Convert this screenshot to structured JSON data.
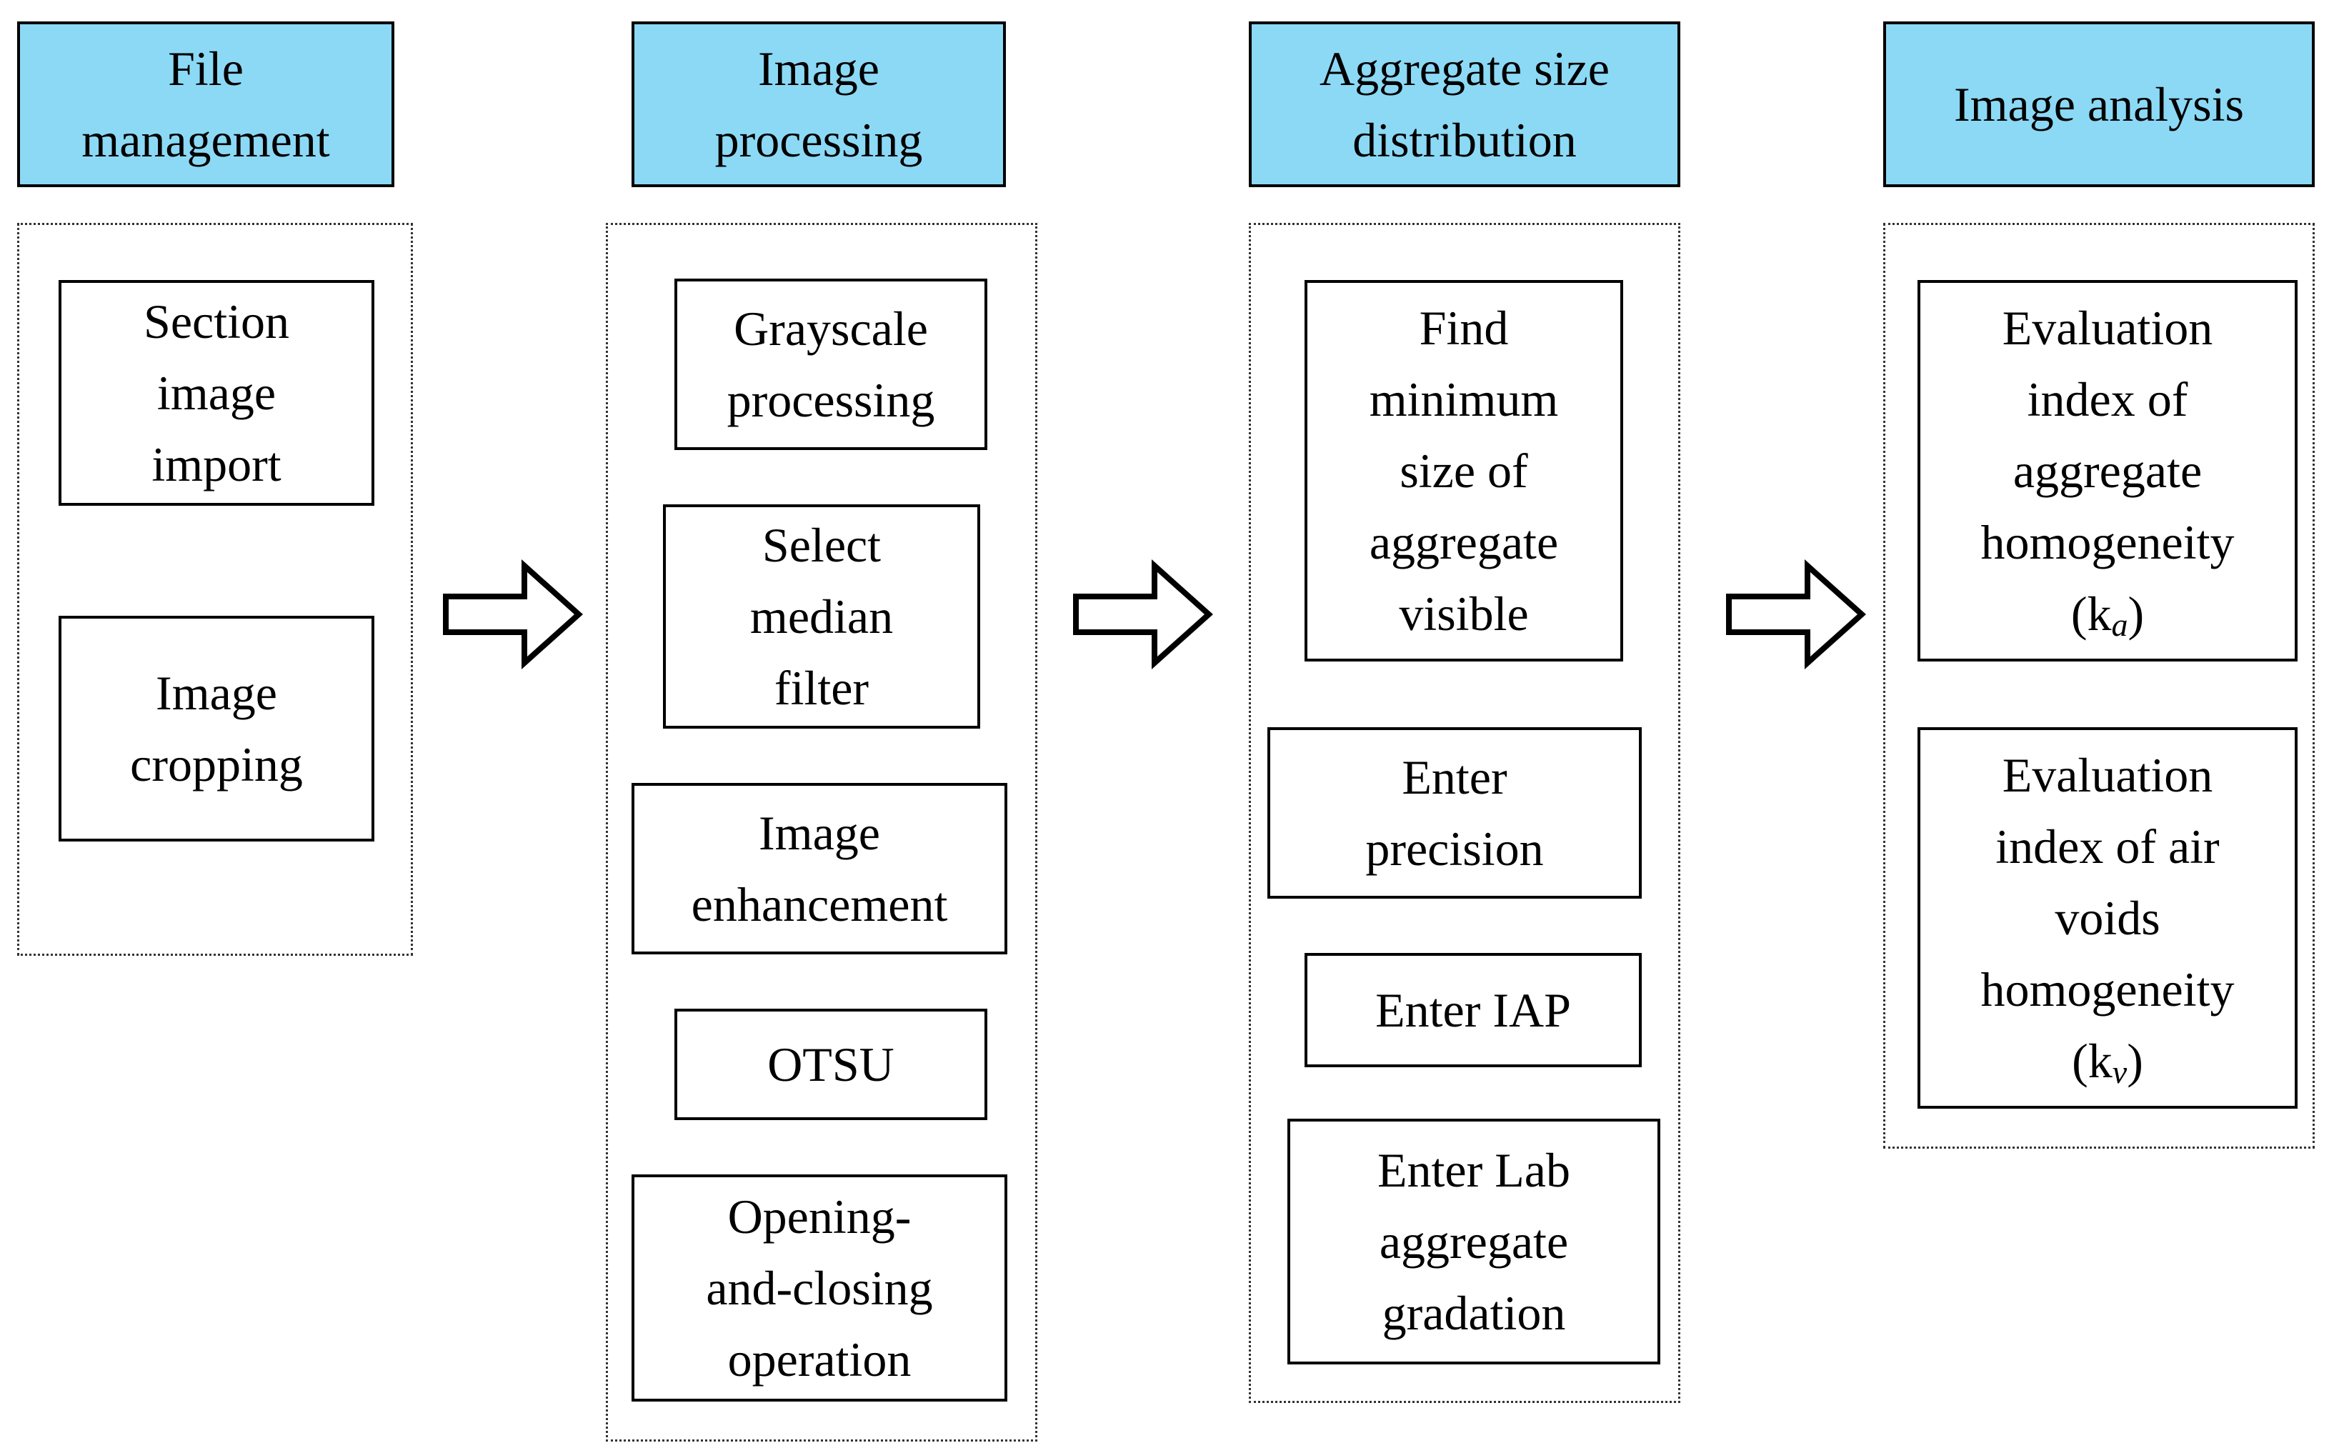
{
  "colors": {
    "header_fill": "#8cd9f5",
    "stroke": "#000000",
    "panel_border": "#333333",
    "background": "#ffffff"
  },
  "columns": [
    {
      "header": "File\nmanagement",
      "steps": [
        "Section\nimage\nimport",
        "Image\ncropping"
      ]
    },
    {
      "header": "Image\nprocessing",
      "steps": [
        "Grayscale\nprocessing",
        "Select\nmedian\nfilter",
        "Image\nenhancement",
        "OTSU",
        "Opening-\nand-closing\noperation"
      ]
    },
    {
      "header": "Aggregate  size\ndistribution",
      "steps": [
        "Find\nminimum\nsize  of\naggregate\nvisible",
        "Enter\nprecision",
        "Enter   IAP",
        "Enter Lab\naggregate\ngradation"
      ]
    },
    {
      "header": "Image  analysis",
      "steps": [
        "Evaluation\nindex  of\naggregate\nhomogeneity",
        "Evaluation\nindex  of air\nvoids\nhomogeneity"
      ]
    }
  ],
  "symbols": {
    "k_prefix": "(k",
    "k_suffix": ")",
    "ka_sub": "a",
    "kv_sub": "v"
  }
}
